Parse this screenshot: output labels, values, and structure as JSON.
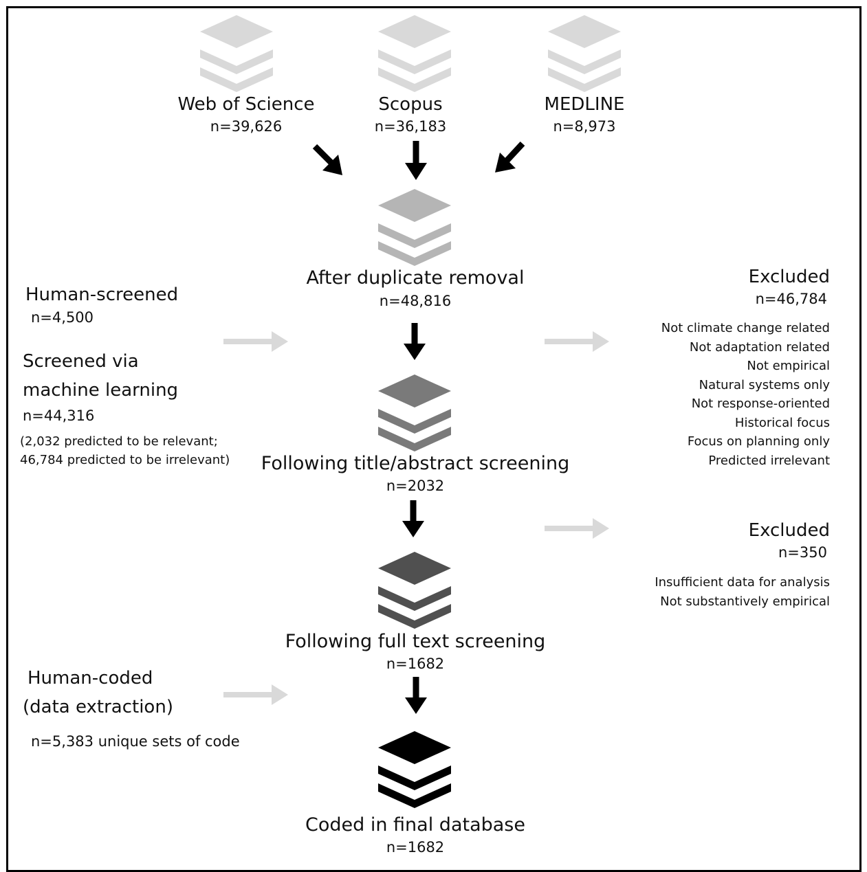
{
  "sources": [
    {
      "name": "Web of Science",
      "n": "n=39,626",
      "color": "#d9d9d9"
    },
    {
      "name": "Scopus",
      "n": "n=36,183",
      "color": "#d9d9d9"
    },
    {
      "name": "MEDLINE",
      "n": "n=8,973",
      "color": "#d9d9d9"
    }
  ],
  "stages": [
    {
      "label": "After duplicate removal",
      "n": "n=48,816",
      "color": "#b5b5b5"
    },
    {
      "label": "Following title/abstract screening",
      "n": "n=2032",
      "color": "#7a7a7a"
    },
    {
      "label": "Following full text screening",
      "n": "n=1682",
      "color": "#505050"
    },
    {
      "label": "Coded in final database",
      "n": "n=1682",
      "color": "#000000"
    }
  ],
  "screening": {
    "human_label": "Human-screened",
    "human_n": "n=4,500",
    "ml_label_line1": "Screened via",
    "ml_label_line2": "machine learning",
    "ml_n": "n=44,316",
    "ml_note_line1": "(2,032 predicted to be relevant;",
    "ml_note_line2": "46,784 predicted to be irrelevant)"
  },
  "excluded_1": {
    "title": "Excluded",
    "n": "n=46,784",
    "reasons": [
      "Not climate change related",
      "Not adaptation related",
      "Not empirical",
      "Natural systems only",
      "Not response-oriented",
      "Historical focus",
      "Focus on planning only",
      "Predicted irrelevant"
    ]
  },
  "excluded_2": {
    "title": "Excluded",
    "n": "n=350",
    "reasons": [
      "Insufficient data for analysis",
      "Not substantively empirical"
    ]
  },
  "coding": {
    "label_line1": "Human-coded",
    "label_line2": "(data extraction)",
    "n": "n=5,383 unique sets of code"
  },
  "colors": {
    "flow_arrow": "#000000",
    "side_arrow": "#d9d9d9"
  }
}
